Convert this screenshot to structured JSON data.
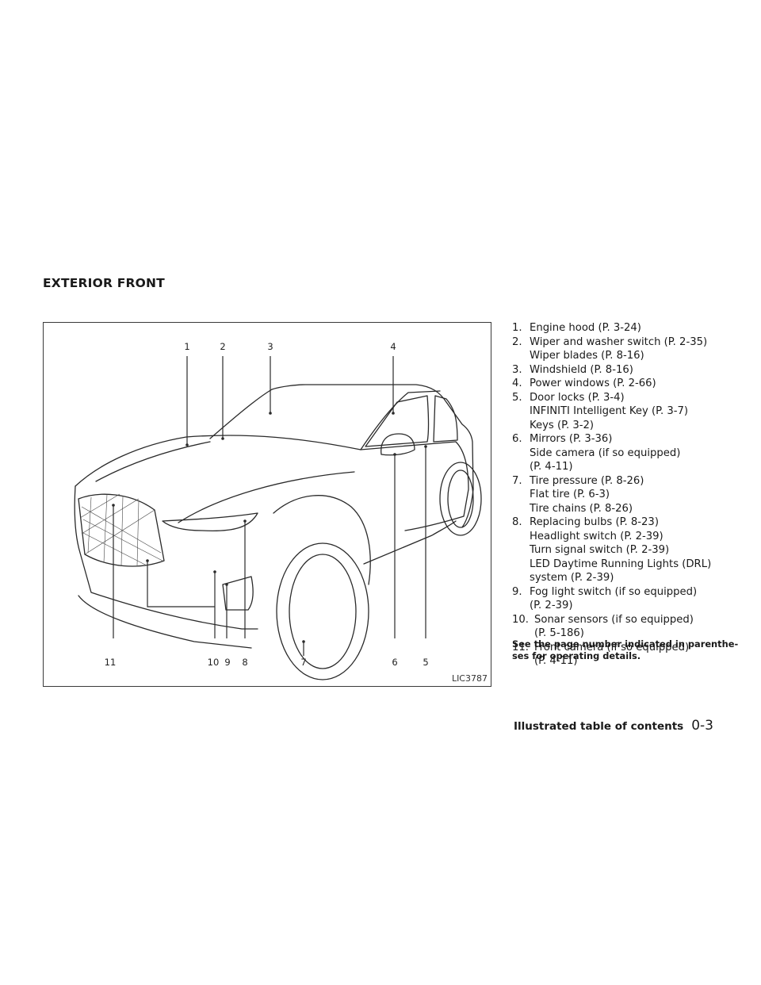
{
  "section_title": "EXTERIOR FRONT",
  "figure": {
    "id": "LIC3787",
    "callouts_top": [
      "1",
      "2",
      "3",
      "4"
    ],
    "callouts_bottom": [
      "11",
      "10",
      "9",
      "8",
      "7",
      "6",
      "5"
    ]
  },
  "items": [
    {
      "num": "1.",
      "lines": [
        "Engine hood (P. 3-24)"
      ]
    },
    {
      "num": "2.",
      "lines": [
        "Wiper and washer switch (P. 2-35)",
        "Wiper blades (P. 8-16)"
      ]
    },
    {
      "num": "3.",
      "lines": [
        "Windshield (P. 8-16)"
      ]
    },
    {
      "num": "4.",
      "lines": [
        "Power windows (P. 2-66)"
      ]
    },
    {
      "num": "5.",
      "lines": [
        "Door locks (P. 3-4)",
        "INFINITI Intelligent Key (P. 3-7)",
        "Keys (P. 3-2)"
      ]
    },
    {
      "num": "6.",
      "lines": [
        "Mirrors (P. 3-36)",
        "Side camera (if so equipped)",
        "(P. 4-11)"
      ]
    },
    {
      "num": "7.",
      "lines": [
        "Tire pressure (P. 8-26)",
        "Flat tire (P. 6-3)",
        "Tire chains (P. 8-26)"
      ]
    },
    {
      "num": "8.",
      "lines": [
        "Replacing bulbs (P. 8-23)",
        "Headlight switch (P. 2-39)",
        "Turn signal switch (P. 2-39)",
        "LED Daytime Running Lights (DRL)",
        "system (P. 2-39)"
      ]
    },
    {
      "num": "9.",
      "lines": [
        "Fog light switch (if so equipped)",
        "(P. 2-39)"
      ]
    },
    {
      "num": "10.",
      "lines": [
        "Sonar sensors (if so equipped)",
        "(P. 5-186)"
      ]
    },
    {
      "num": "11.",
      "lines": [
        "Front camera (if so equipped)",
        "(P. 4-11)"
      ]
    }
  ],
  "note_lines": [
    "See the page number indicated in parenthe-",
    "ses for operating details."
  ],
  "footer": {
    "label": "Illustrated table of contents",
    "page": "0-3"
  }
}
